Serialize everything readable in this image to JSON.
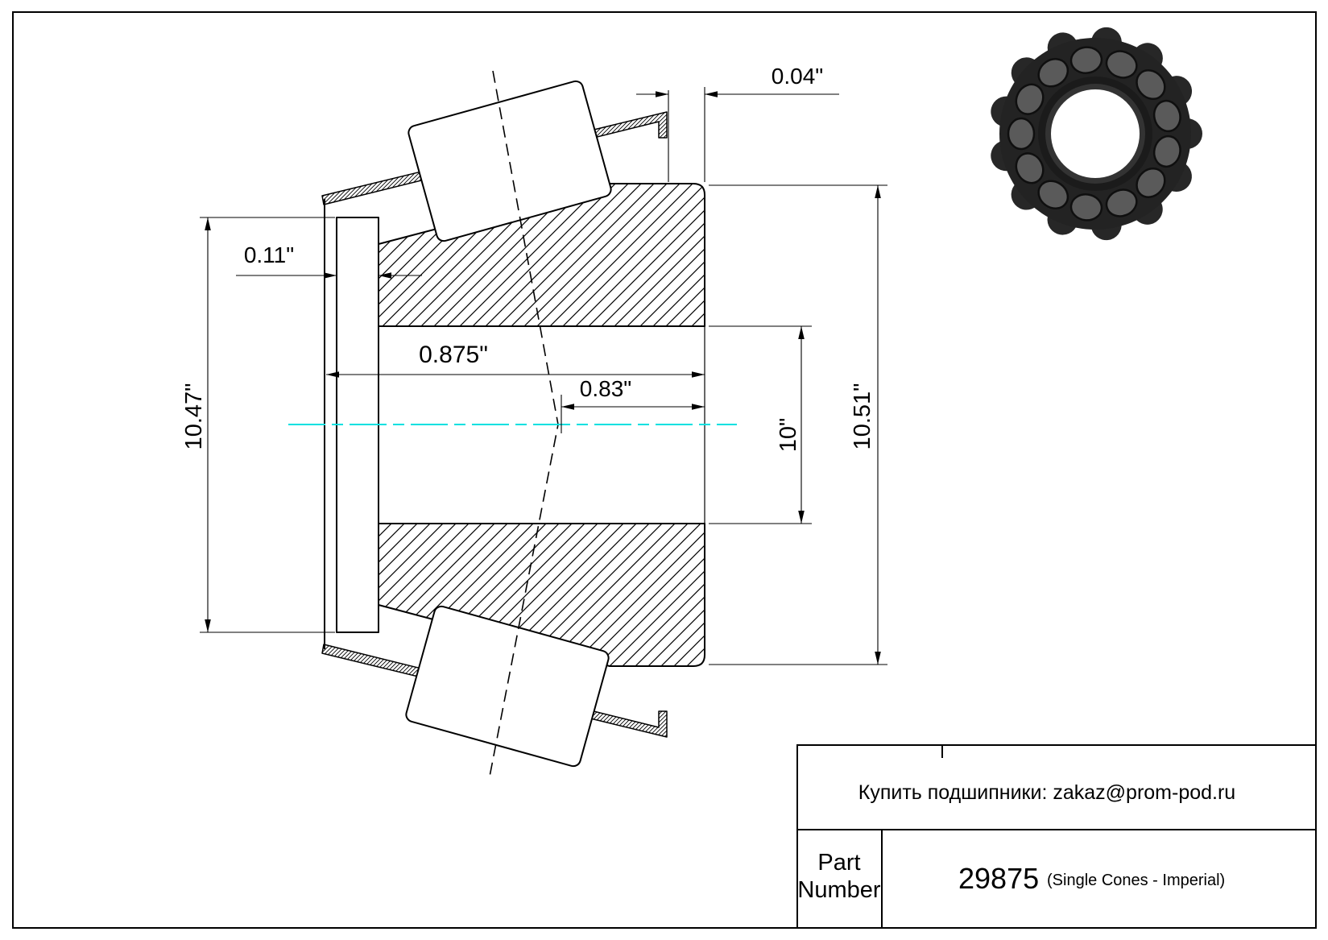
{
  "sheet": {
    "background": "#ffffff",
    "border_color": "#000000"
  },
  "dimensions": {
    "d004": "0.04\"",
    "d011": "0.11\"",
    "d0875": "0.875\"",
    "d083": "0.83\"",
    "d10": "10\"",
    "d1047": "10.47\"",
    "d1051": "10.51\""
  },
  "title_block": {
    "email_line": "Купить подшипники: zakaz@prom-pod.ru",
    "part_label_line1": "Part",
    "part_label_line2": "Number",
    "part_number": "29875",
    "part_series": "(Single Cones - Imperial)"
  },
  "drawing": {
    "centerline_color": "#00e0e0",
    "line_color": "#000000",
    "view": "tapered-roller-bearing-single-cone-cross-section"
  }
}
